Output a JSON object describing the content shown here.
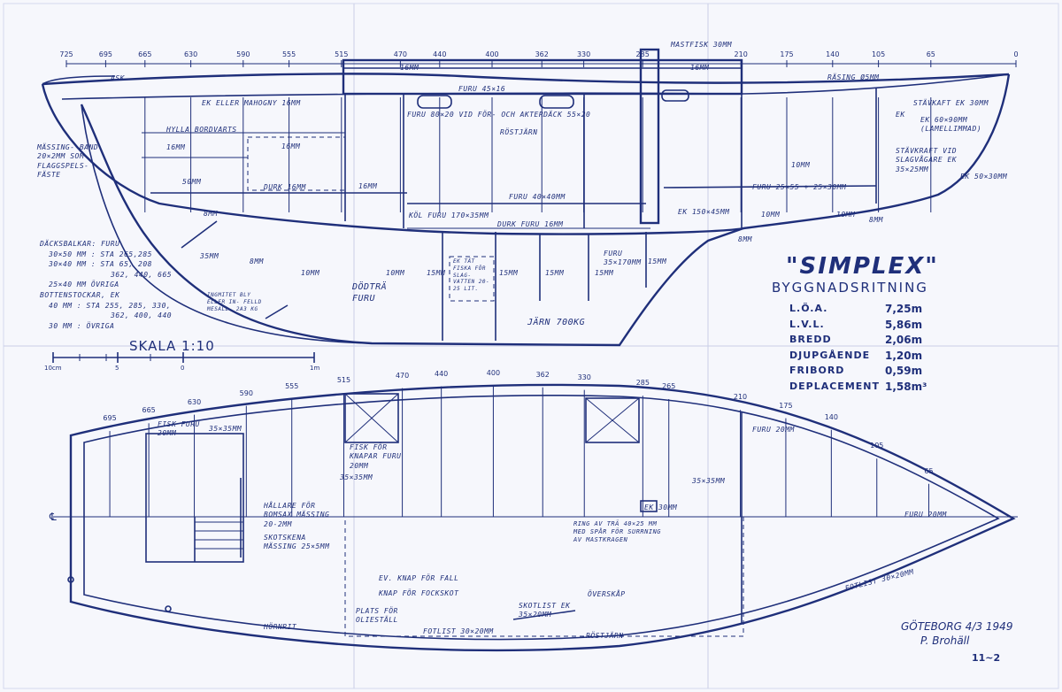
{
  "title": "\"SIMPLEX\"",
  "subtitle": "BYGGNADSRITNING",
  "specs": [
    {
      "label": "L.Ö.A.",
      "value": "7,25m"
    },
    {
      "label": "L.V.L.",
      "value": "5,86m"
    },
    {
      "label": "BREDD",
      "value": "2,06m"
    },
    {
      "label": "DJUPGÅENDE",
      "value": "1,20m"
    },
    {
      "label": "FRIBORD",
      "value": "0,59m"
    },
    {
      "label": "DEPLACEMENT",
      "value": "1,58m³"
    }
  ],
  "scale": {
    "label": "SKALA 1:10",
    "ticks": [
      "10cm",
      "5",
      "0",
      "1m"
    ]
  },
  "profile_stations": [
    "725",
    "695",
    "665",
    "630",
    "590",
    "555",
    "515",
    "470",
    "440",
    "400",
    "362",
    "330",
    "285",
    "210",
    "175",
    "140",
    "105",
    "65",
    "0"
  ],
  "plan_stations": [
    "695",
    "665",
    "630",
    "590",
    "555",
    "515",
    "470",
    "440",
    "400",
    "362",
    "330",
    "285",
    "265",
    "210",
    "175",
    "140",
    "105",
    "65"
  ],
  "profile_labels": {
    "ask": "ASK",
    "mastfisk": "MASTFISK 30mm",
    "rasing": "RÄSING Ø5mm",
    "ek_mahogny": "EK ELLER MAHOGNY 16mm",
    "hylla": "HYLLA BORDVARTS",
    "dim16a": "16mm",
    "dim16b": "16mm",
    "dim16c": "16mm",
    "dim16d": "16mm",
    "dim16e": "16mm",
    "furu45": "FURU  45×16",
    "furu80": "FURU 80×20 VID FÖR- OCH AKTERDÄCK  55×20",
    "rostjarn": "RÖSTJÄRN",
    "stavkaft1": "STÄVKAFT EK 30mm",
    "ek_label": "EK",
    "ek60": "EK 60×90mm (LAMELLIMMAD)",
    "stavkaft2": "STÄVKRAFT VID SLAGVÅGARE EK 35×25mm",
    "ek50": "EK 50×30mm",
    "massing": "MÄSSING- BAND 20×2mm SOM FLAGGSPELS- FÄSTE",
    "durk16": "DURK 16mm",
    "furu40": "FURU 40×40mm",
    "furu25": "FURU 25×55 + 25×30mm",
    "kol": "KÖL FURU 170×35mm",
    "durk_furu": "DURK FURU 16mm",
    "ek150": "EK 150×45mm",
    "dodtra": "DÖDTRÄ FURU",
    "ek_tat": "EK TÄT FISKA FÖR SLAG- VATTEN 20-25 LIT.",
    "furu35": "FURU 35×170mm",
    "jarn": "JÄRN 700kg",
    "inomitet": "INGMITET BLY ELLER IN- FELLD MESALL- 2A3 kg",
    "mm8a": "8mm",
    "mm8b": "8mm",
    "mm8c": "8mm",
    "mm8d": "8mm",
    "mm10a": "10mm",
    "mm10b": "10mm",
    "mm10c": "10mm",
    "mm10d": "10mm",
    "mm10e": "10mm",
    "mm15a": "15mm",
    "mm15b": "15mm",
    "mm15c": "15mm",
    "mm15d": "15mm",
    "mm15e": "15mm",
    "mm35": "35mm",
    "mm50": "50mm"
  },
  "notes": {
    "dacksbalkar": [
      "DÄCKSBALKAR: FURU",
      "30×50 mm : STA 265,285",
      "30×40 mm : STA 65, 208",
      "362, 440, 665",
      "25×40 mm ÖVRIGA"
    ],
    "bottenstockar": [
      "BOTTENSTOCKAR, EK",
      "40 mm : STA 255, 285, 330,",
      "362, 400, 440",
      "30 mm : ÖVRIGA"
    ]
  },
  "plan_labels": {
    "fisk": "FISK FURU 20mm",
    "d35a": "35×35mm",
    "fisk_knapar": "FISK FÖR KNAPAR FURU 20mm",
    "d35b": "35×35mm",
    "hallare": "HÅLLARE FÖR BOMSAX MÄSSING 20-2mm",
    "skotskena": "SKOTSKENA MÄSSING 25×5mm",
    "ek30": "EK 30mm",
    "ring": "RING AV TRÄ 40×25 mm MED SPÅR FÖR SURRNING AV MASTKRAGEN",
    "d35c": "35×35mm",
    "furu20a": "FURU 20mm",
    "furu20b": "FURU 20mm",
    "ev_knap": "EV. KNAP FÖR FALL",
    "knap_fock": "KNAP FÖR FOCKSKOT",
    "plats": "PLATS FÖR OLIESTÄLL",
    "skotlist": "SKOTLIST EK 35×20mm",
    "overskap": "ÖVERSKÅP",
    "fotlist1": "FOTLIST 30×20mm",
    "fotlist2": "FOTLIST 30×20mm",
    "rostjarn": "RÖSTJÄRN",
    "hornrit": "HÖRNRIT",
    "cl": "℄"
  },
  "signature": {
    "place_date": "GÖTEBORG 4/3 1949",
    "name": "P. Brohäll"
  },
  "drawing_no": "11~2",
  "colors": {
    "ink": "#1f2f7a",
    "paper": "#f6f7fc"
  }
}
